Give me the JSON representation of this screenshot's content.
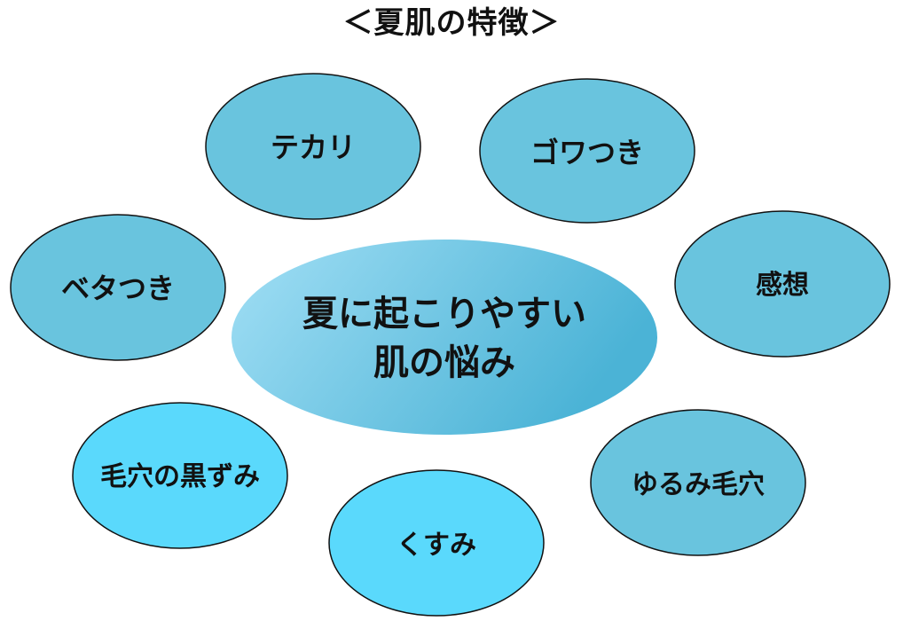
{
  "title": "＜夏肌の特徴＞",
  "colors": {
    "satellite_blue": "#69c4de",
    "satellite_light": "#5ad9fc",
    "center_gradient_start": "#a2dff5",
    "center_gradient_end": "#4bb3d6",
    "outline": "#111111",
    "text": "#111111"
  },
  "center": {
    "lines": [
      "夏に起こりやすい",
      "肌の悩み"
    ]
  },
  "nodes": [
    {
      "id": "tekari",
      "label": "テカリ",
      "style": "blue"
    },
    {
      "id": "gowatsuki",
      "label": "ゴワつき",
      "style": "blue"
    },
    {
      "id": "betatsuki",
      "label": "ベタつき",
      "style": "blue"
    },
    {
      "id": "kansou",
      "label": "感想",
      "style": "blue"
    },
    {
      "id": "keana-kurozumi",
      "label": "毛穴の黒ずみ",
      "style": "light"
    },
    {
      "id": "yurumi-keana",
      "label": "ゆるみ毛穴",
      "style": "blue"
    },
    {
      "id": "kusumi",
      "label": "くすみ",
      "style": "light"
    }
  ]
}
